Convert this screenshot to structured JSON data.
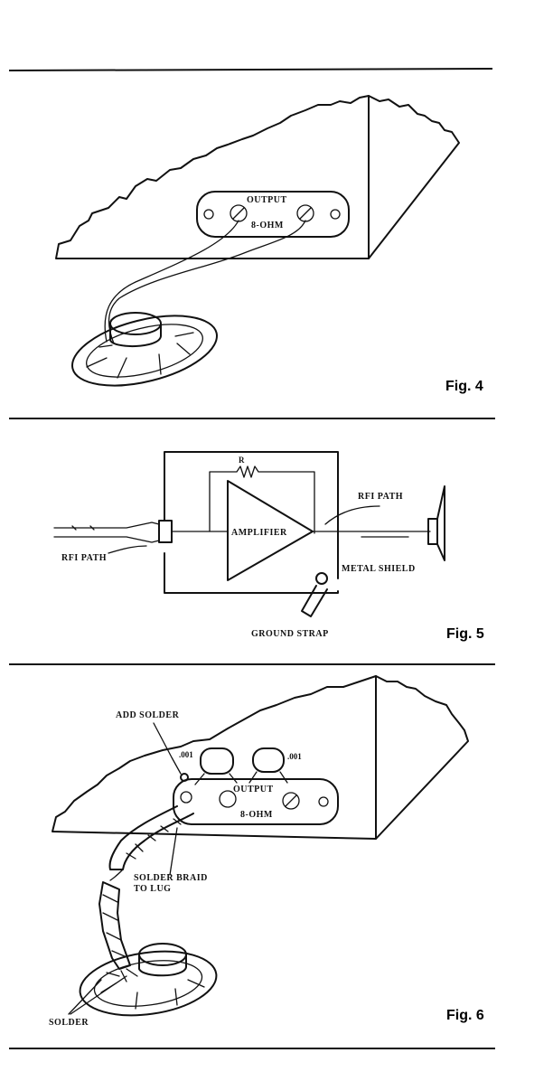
{
  "fig4": {
    "caption": "Fig. 4",
    "label_output": "OUTPUT",
    "label_ohm": "8-OHM"
  },
  "fig5": {
    "caption": "Fig. 5",
    "label_r": "R",
    "label_amplifier": "AMPLIFIER",
    "label_rfi_path_left": "RFI PATH",
    "label_rfi_path_right": "RFI PATH",
    "label_metal_shield": "METAL SHIELD",
    "label_ground_strap": "GROUND STRAP"
  },
  "fig6": {
    "caption": "Fig. 6",
    "label_add_solder": "ADD SOLDER",
    "label_cap_left": ".001",
    "label_cap_right": ".001",
    "label_output": "OUTPUT",
    "label_ohm": "8-OHM",
    "label_solder_braid_1": "SOLDER BRAID",
    "label_solder_braid_2": "TO LUG",
    "label_solder": "SOLDER"
  }
}
